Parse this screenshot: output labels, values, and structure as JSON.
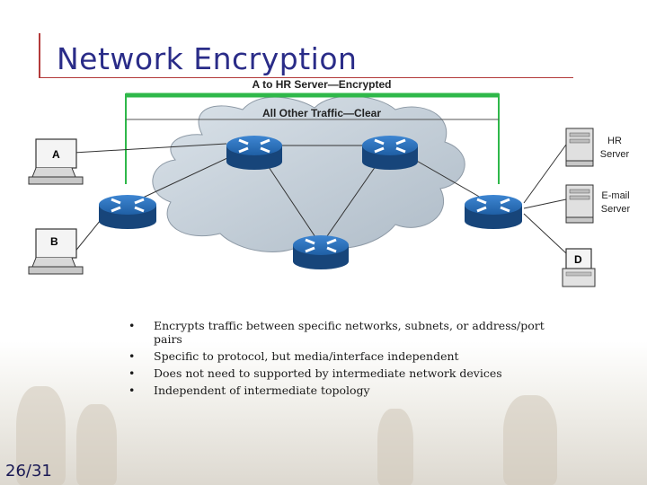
{
  "slide": {
    "title": "Network Encryption",
    "page_number": "26/31"
  },
  "diagram": {
    "top_path_label": "A to HR Server—Encrypted",
    "lower_path_label": "All Other Traffic—Clear",
    "hosts": [
      {
        "label": "A"
      },
      {
        "label": "B"
      },
      {
        "label": "D"
      }
    ],
    "servers": [
      {
        "line1": "HR",
        "line2": "Server"
      },
      {
        "line1": "E-mail",
        "line2": "Server"
      }
    ],
    "colors": {
      "encrypted_path": "#2fb84a",
      "router": "#1e5fa8",
      "cloud": "#c5cfd8",
      "title": "#2a2c88"
    }
  },
  "bullets": [
    "Encrypts traffic between specific networks, subnets, or address/port pairs",
    "Specific to protocol, but media/interface independent",
    "Does not need to supported by intermediate network devices",
    "Independent of intermediate topology"
  ]
}
